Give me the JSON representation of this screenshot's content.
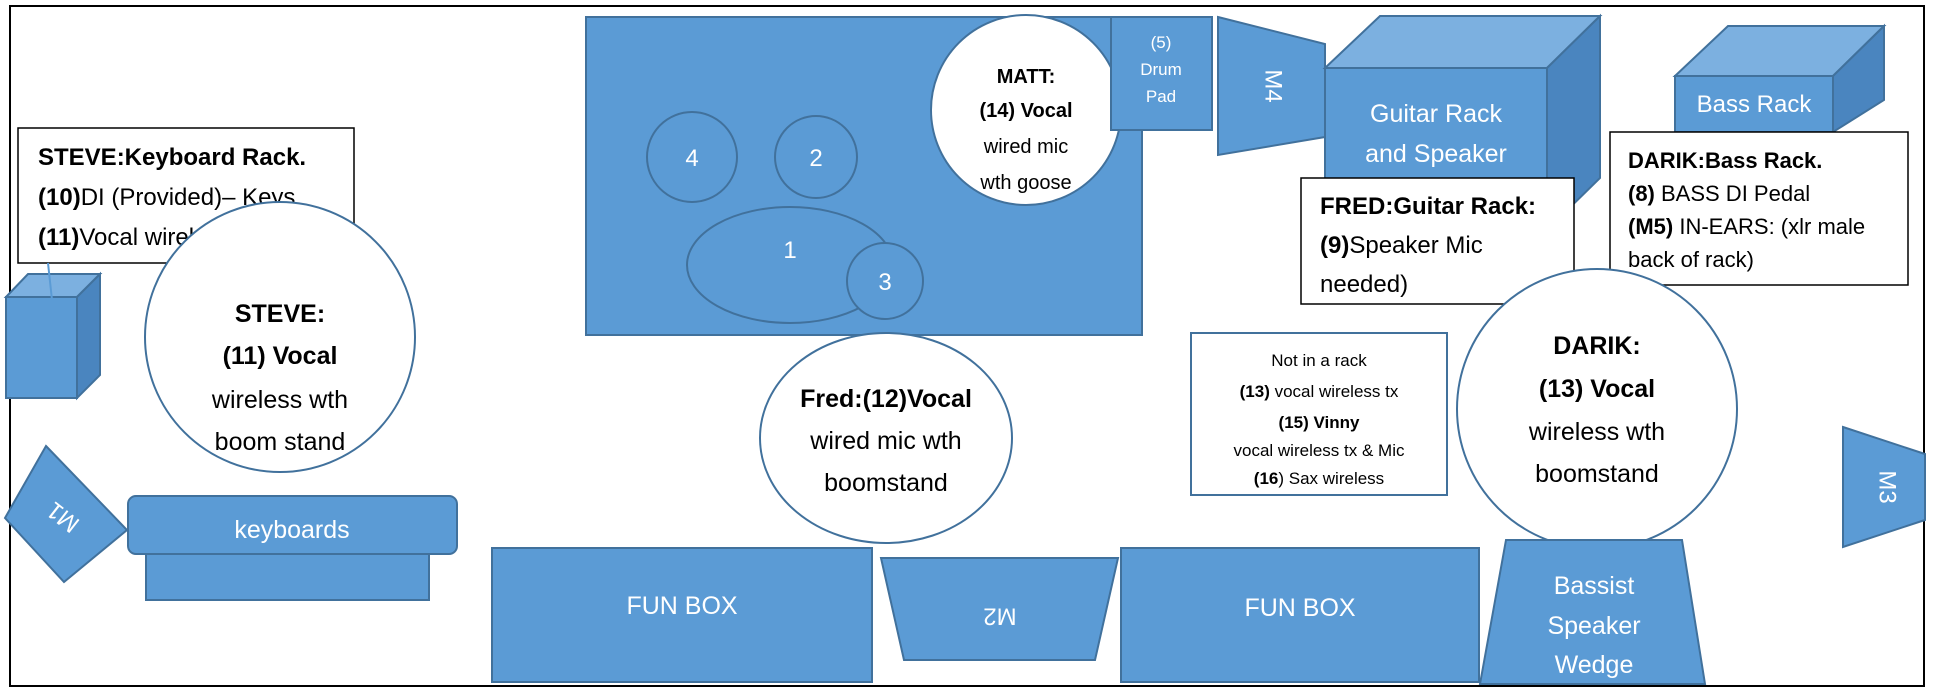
{
  "colors": {
    "fill": "#5b9bd5",
    "stroke": "#41719c",
    "top": "#7cb0e0",
    "side": "#4a85bf",
    "text_light": "#ffffff",
    "text_dark": "#000000"
  },
  "drum_kit": {
    "pieces": [
      "4",
      "2",
      "1",
      "3"
    ],
    "drum_pad": [
      "(5)",
      "Drum",
      "Pad"
    ]
  },
  "matt": {
    "name": "MATT:",
    "vocal": "(14) Vocal",
    "line1": "wired mic",
    "line2": "wth goose"
  },
  "monitors": {
    "m1": "M1",
    "m2": "M2",
    "m3": "M3",
    "m4": "M4"
  },
  "guitar_rack": {
    "line1": "Guitar Rack",
    "line2": "and Speaker"
  },
  "bass_rack": {
    "label": "Bass Rack"
  },
  "fred_guitar_note": {
    "title": "FRED:Guitar Rack:",
    "num": "(9)",
    "line1": "Speaker Mic",
    "line2": "needed)"
  },
  "darik_bass_note": {
    "title": "DARIK:Bass Rack.",
    "n1": "(8)",
    "t1": " BASS DI Pedal",
    "n2": "(M5)",
    "t2": " IN-EARS: (xlr male",
    "t3": "back of rack)"
  },
  "steve_keyboard_note": {
    "title": "STEVE:Keyboard Rack.",
    "n1": "(10)",
    "t1": "DI (Provided)– Keys",
    "n2": "(11)",
    "t2": "Vocal wireless TX"
  },
  "steve": {
    "name": "STEVE:",
    "vocal": "(11) Vocal",
    "line1": "wireless wth",
    "line2": "boom stand"
  },
  "fred": {
    "name_vocal": "Fred:(12)Vocal",
    "line1": "wired mic wth",
    "line2": "boomstand"
  },
  "not_in_rack": {
    "title": "Not in a rack",
    "n13": "(13)",
    "t13": " vocal wireless tx",
    "vinny": "(15) Vinny",
    "vinny_desc": "vocal wireless tx & Mic",
    "n16": "(16",
    "t16": ") Sax wireless"
  },
  "darik": {
    "name": "DARIK:",
    "vocal": "(13) Vocal",
    "line1": "wireless wth",
    "line2": "boomstand"
  },
  "keyboards": {
    "label": "keyboards"
  },
  "fun_box_left": {
    "label": "FUN BOX"
  },
  "fun_box_right": {
    "label": "FUN BOX"
  },
  "bassist_wedge": {
    "line1": "Bassist",
    "line2": "Speaker",
    "line3": "Wedge"
  }
}
